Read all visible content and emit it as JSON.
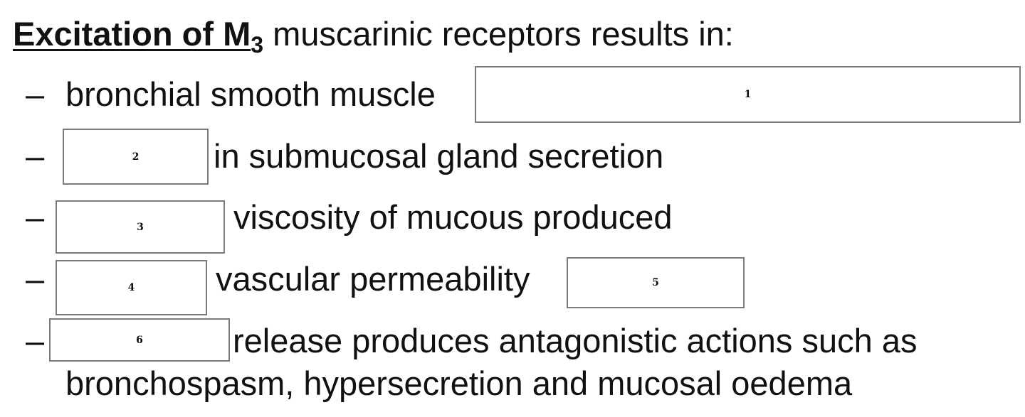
{
  "title": {
    "bold_part": "Excitation of M",
    "subscript": "3",
    "rest": " muscarinic receptors results in:"
  },
  "dash_symbol": "–",
  "lines": [
    {
      "text": "bronchial smooth muscle"
    },
    {
      "text": "in submucosal gland secretion"
    },
    {
      "text": "viscosity of mucous produced"
    },
    {
      "text": "vascular permeability"
    },
    {
      "text": "release produces antagonistic actions such as"
    },
    {
      "text": "bronchospasm, hypersecretion and mucosal oedema"
    }
  ],
  "blanks": [
    "1",
    "2",
    "3",
    "4",
    "5",
    "6"
  ]
}
